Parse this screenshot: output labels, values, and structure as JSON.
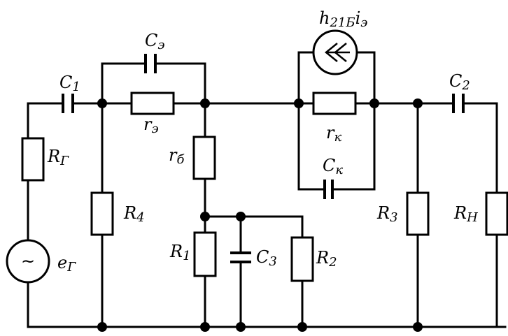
{
  "labels": {
    "c1": {
      "main": "C",
      "sub": "1"
    },
    "c_e": {
      "main": "C",
      "sub": "э"
    },
    "r_e": {
      "main": "r",
      "sub": "э"
    },
    "h21": {
      "main": "h",
      "sub": "21Б",
      "tail": "i",
      "tail_sub": "э"
    },
    "c2": {
      "main": "C",
      "sub": "2"
    },
    "r_g": {
      "main": "R",
      "sub": "Г"
    },
    "r_b": {
      "main": "r",
      "sub": "б"
    },
    "r_k": {
      "main": "r",
      "sub": "к"
    },
    "c_k": {
      "main": "C",
      "sub": "к"
    },
    "r4": {
      "main": "R",
      "sub": "4"
    },
    "r3": {
      "main": "R",
      "sub": "3"
    },
    "r_n": {
      "main": "R",
      "sub": "Н"
    },
    "r1": {
      "main": "R",
      "sub": "1"
    },
    "c3": {
      "main": "C",
      "sub": "3"
    },
    "r2": {
      "main": "R",
      "sub": "2"
    },
    "e_g": {
      "main": "e",
      "sub": "Г"
    },
    "source_symbol": "~"
  }
}
